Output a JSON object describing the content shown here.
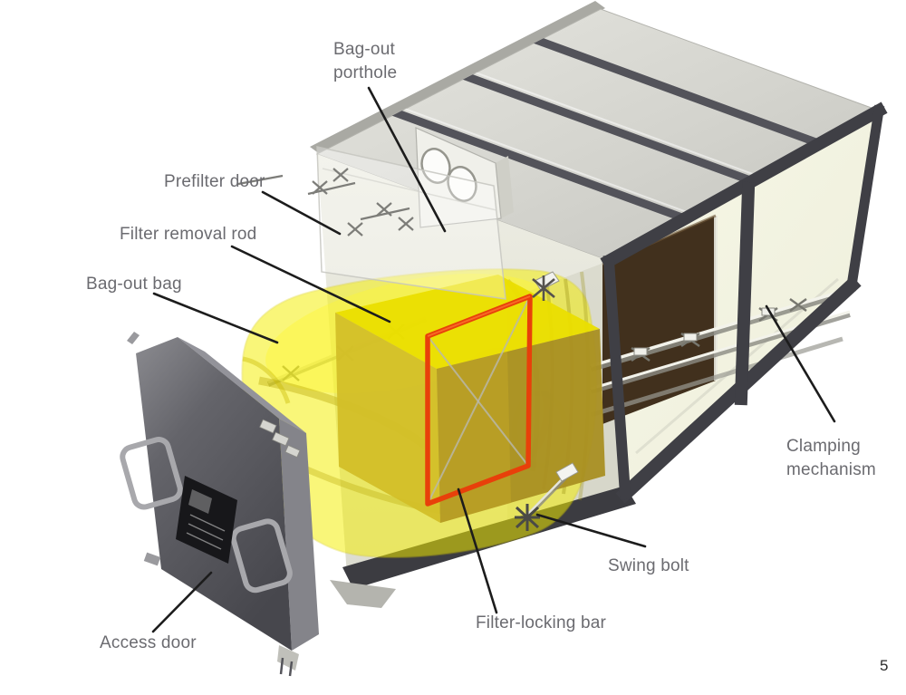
{
  "page": {
    "number": "5",
    "background": "#ffffff"
  },
  "figure": {
    "subject": "Bag-in / bag-out filter housing cutaway diagram",
    "labels": [
      {
        "id": "bag-out-porthole",
        "text": "Bag-out\nporthole"
      },
      {
        "id": "prefilter-door",
        "text": "Prefilter door"
      },
      {
        "id": "filter-removal-rod",
        "text": "Filter removal rod"
      },
      {
        "id": "bag-out-bag",
        "text": "Bag-out bag"
      },
      {
        "id": "access-door",
        "text": "Access door"
      },
      {
        "id": "filter-locking-bar",
        "text": "Filter-locking bar"
      },
      {
        "id": "swing-bolt",
        "text": "Swing bolt"
      },
      {
        "id": "clamping-mechanism",
        "text": "Clamping\nmechanism"
      }
    ],
    "colors": {
      "label_text": "#6b6b70",
      "leader_line": "#1c1c1c",
      "bag_yellow": "#f4ef00",
      "filter_cube_gold": "#cdb92a",
      "locking_bar_red": "#e8400a",
      "housing_top_gray": "#d9d9d3",
      "housing_frame_dark": "#3f3f45",
      "access_door_gray": "#5f5f65",
      "filter_media_brown": "#41301d"
    }
  }
}
